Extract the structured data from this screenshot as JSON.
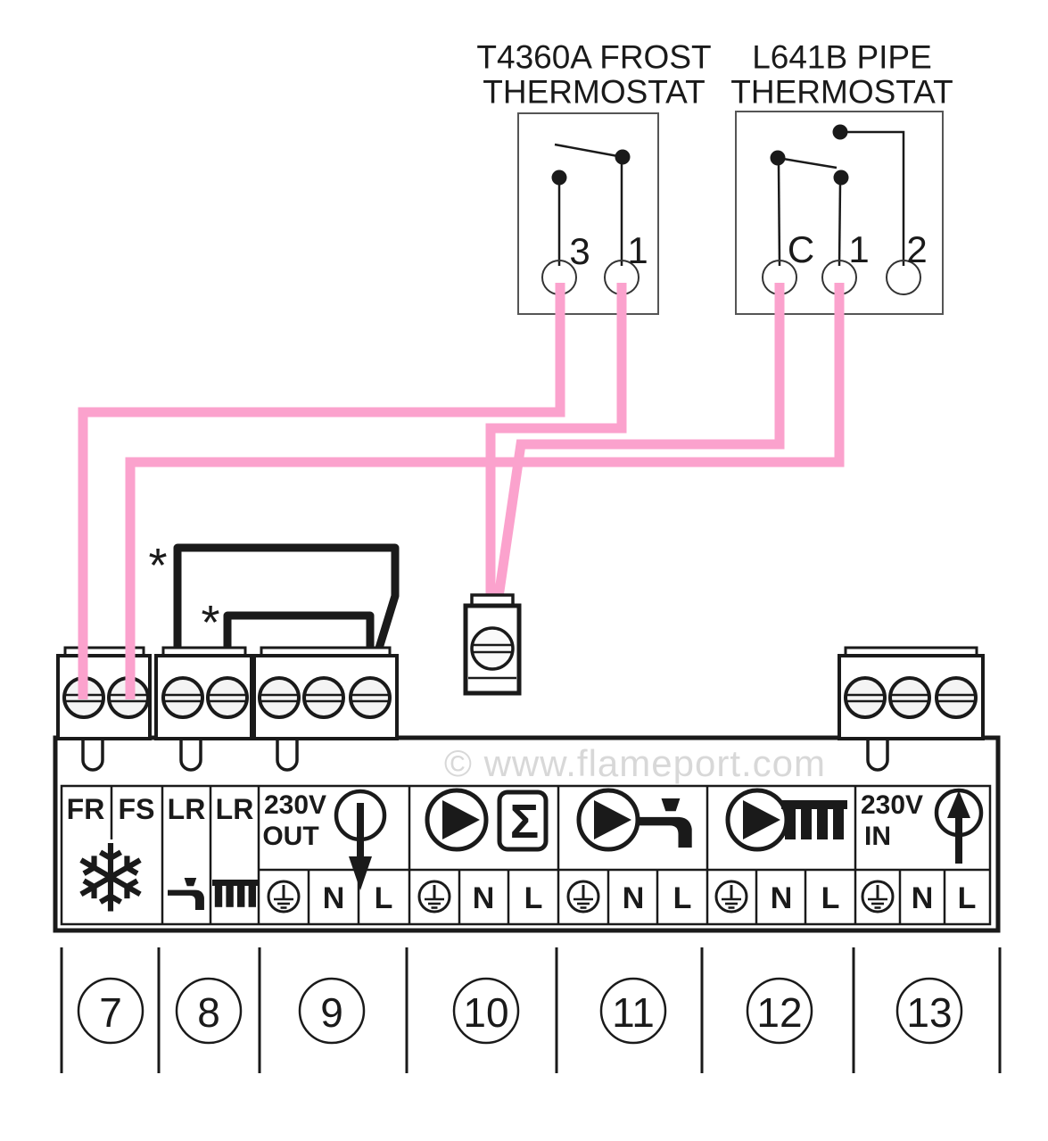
{
  "frost_thermostat": {
    "title_line1": "T4360A FROST",
    "title_line2": "THERMOSTAT",
    "terminal_labels": [
      "3",
      "1"
    ]
  },
  "pipe_thermostat": {
    "title_line1": "L641B PIPE",
    "title_line2": "THERMOSTAT",
    "terminal_labels": [
      "C",
      "1",
      "2"
    ]
  },
  "watermark": "© www.flameport.com",
  "jumper_note_symbol": "*",
  "terminal_strip": {
    "labels": {
      "fr": "FR",
      "fs": "FS",
      "lr_hw": "LR",
      "lr_ch": "LR",
      "out_line1": "230V",
      "out_line2": "OUT",
      "in_line1": "230V",
      "in_line2": "IN",
      "neutral": "N",
      "live": "L",
      "sigma": "Σ",
      "snowflake": "❄"
    },
    "icons": [
      "snowflake-icon",
      "tap-icon",
      "radiator-icon",
      "pump-down-arrow-icon",
      "pump-icon",
      "cylinder-sigma-icon",
      "pump-icon",
      "tap-icon",
      "pump-icon",
      "radiator-icon",
      "supply-up-arrow-icon",
      "earth-icon"
    ]
  },
  "zone_numbers": [
    "7",
    "8",
    "9",
    "10",
    "11",
    "12",
    "13"
  ],
  "colors": {
    "wire_pink": "#fba2cd",
    "watermark_gray": "#d8d8d8",
    "ink": "#1a1a1a"
  }
}
